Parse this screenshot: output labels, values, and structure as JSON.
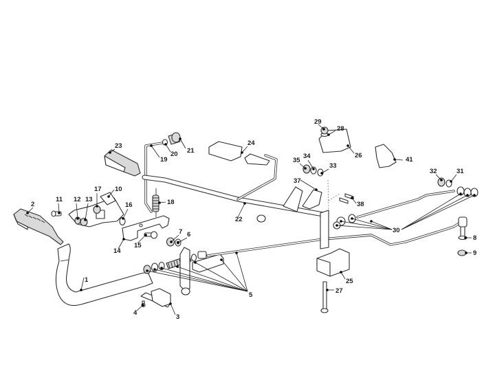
{
  "diagram": {
    "title": "Pedal and brake linkage exploded parts diagram",
    "callouts": [
      {
        "id": "c1",
        "label": "1"
      },
      {
        "id": "c2",
        "label": "2"
      },
      {
        "id": "c3",
        "label": "3"
      },
      {
        "id": "c4",
        "label": "4"
      },
      {
        "id": "c5",
        "label": "5"
      },
      {
        "id": "c6",
        "label": "6"
      },
      {
        "id": "c7",
        "label": "7"
      },
      {
        "id": "c8",
        "label": "8"
      },
      {
        "id": "c9",
        "label": "9"
      },
      {
        "id": "c10",
        "label": "10"
      },
      {
        "id": "c11",
        "label": "11"
      },
      {
        "id": "c12",
        "label": "12"
      },
      {
        "id": "c13",
        "label": "13"
      },
      {
        "id": "c14",
        "label": "14"
      },
      {
        "id": "c15",
        "label": "15"
      },
      {
        "id": "c16",
        "label": "16"
      },
      {
        "id": "c17",
        "label": "17"
      },
      {
        "id": "c18",
        "label": "18"
      },
      {
        "id": "c19",
        "label": "19"
      },
      {
        "id": "c20",
        "label": "20"
      },
      {
        "id": "c21",
        "label": "21"
      },
      {
        "id": "c22",
        "label": "22"
      },
      {
        "id": "c23",
        "label": "23"
      },
      {
        "id": "c24",
        "label": "24"
      },
      {
        "id": "c25",
        "label": "25"
      },
      {
        "id": "c26",
        "label": "26"
      },
      {
        "id": "c27",
        "label": "27"
      },
      {
        "id": "c28",
        "label": "28"
      },
      {
        "id": "c29",
        "label": "29"
      },
      {
        "id": "c30",
        "label": "30"
      },
      {
        "id": "c31",
        "label": "31"
      },
      {
        "id": "c32",
        "label": "32"
      },
      {
        "id": "c33",
        "label": "33"
      },
      {
        "id": "c34",
        "label": "34"
      },
      {
        "id": "c35",
        "label": "35"
      },
      {
        "id": "c37",
        "label": "37"
      },
      {
        "id": "c38",
        "label": "38"
      },
      {
        "id": "c41",
        "label": "41"
      }
    ]
  }
}
